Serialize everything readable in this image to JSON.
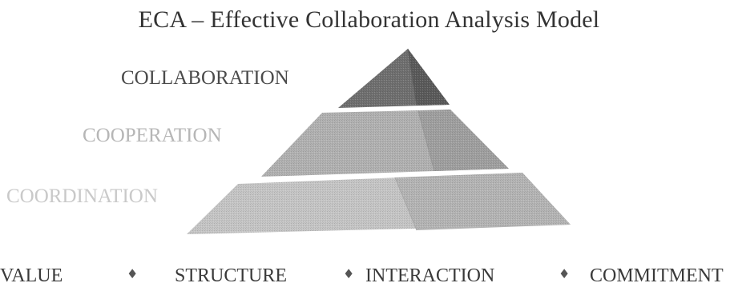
{
  "title": "ECA – Effective Collaboration Analysis Model",
  "tiers": [
    {
      "label": "COLLABORATION",
      "color": "#6e6e6e"
    },
    {
      "label": "COOPERATION",
      "color": "#a3a3a3"
    },
    {
      "label": "COORDINATION",
      "color": "#bcbcbc"
    }
  ],
  "pillars": [
    "VALUE",
    "STRUCTURE",
    "INTERACTION",
    "COMMITMENT"
  ],
  "separator": "♦"
}
